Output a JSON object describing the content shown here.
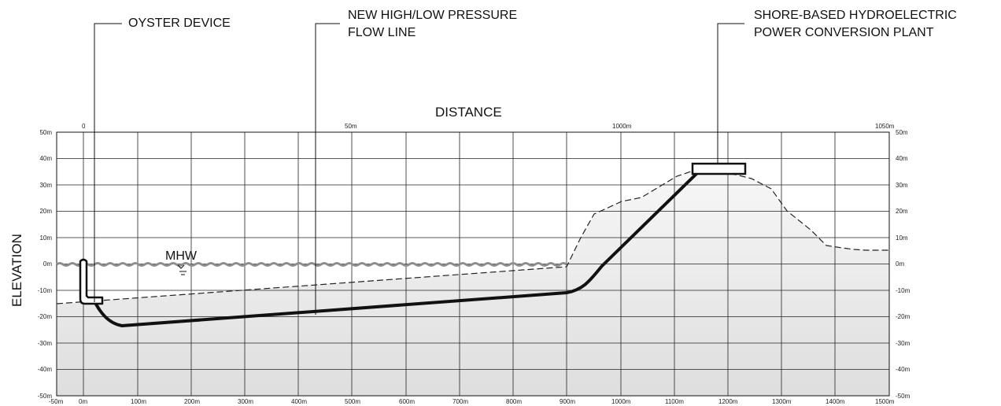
{
  "callouts": {
    "oyster": [
      "OYSTER DEVICE"
    ],
    "flowline": [
      "NEW HIGH/LOW PRESSURE",
      "FLOW LINE"
    ],
    "plant": [
      "SHORE-BASED HYDROELECTRIC",
      "POWER CONVERSION PLANT"
    ]
  },
  "axes": {
    "top_title": "DISTANCE",
    "left_title": "ELEVATION",
    "top_ticks": [
      "0",
      "50m",
      "1000m",
      "1050m"
    ],
    "bottom_ticks": [
      "-50m",
      "0m",
      "100m",
      "200m",
      "300m",
      "400m",
      "500m",
      "600m",
      "700m",
      "800m",
      "900m",
      "1000m",
      "1100m",
      "1200m",
      "1300m",
      "1400m",
      "1500m"
    ],
    "left_ticks": [
      "50m",
      "40m",
      "30m",
      "20m",
      "10m",
      "0m",
      "-10m",
      "-20m",
      "-30m",
      "-40m",
      "-50m"
    ],
    "right_ticks": [
      "50m",
      "40m",
      "30m",
      "20m",
      "10m",
      "0m",
      "-10m",
      "-20m",
      "-30m",
      "-40m",
      "-50m"
    ]
  },
  "water_level_label": "MHW",
  "colors": {
    "ground_fill": "#e9e9e9",
    "line": "#111111",
    "water": "#9a9a9a"
  }
}
